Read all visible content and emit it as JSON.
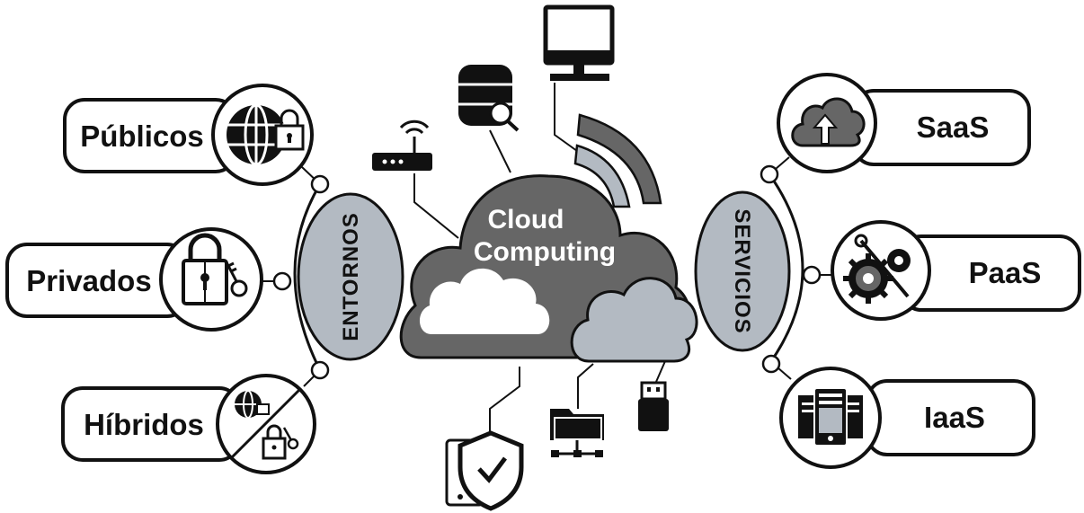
{
  "center": {
    "title_line1": "Cloud",
    "title_line2": "Computing"
  },
  "left_group": {
    "title": "ENTORNOS",
    "items": [
      {
        "label": "Públicos",
        "icon": "globe-lock-icon"
      },
      {
        "label": "Privados",
        "icon": "padlock-key-icon"
      },
      {
        "label": "Híbridos",
        "icon": "hybrid-globe-padlock-icon"
      }
    ]
  },
  "right_group": {
    "title": "SERVICIOS",
    "items": [
      {
        "label": "SaaS",
        "icon": "cloud-upload-icon"
      },
      {
        "label": "PaaS",
        "icon": "gears-tools-icon"
      },
      {
        "label": "IaaS",
        "icon": "server-rack-icon"
      }
    ]
  },
  "peripherals": [
    "router-icon",
    "database-search-icon",
    "monitor-icon",
    "wifi-signal-icon",
    "shield-phone-icon",
    "folder-network-icon",
    "usb-drive-icon"
  ],
  "colors": {
    "dark_cloud": "#666666",
    "light_cloud": "#b3bac2",
    "white": "#ffffff",
    "outline": "#111111",
    "pill": "#b3bac2"
  }
}
